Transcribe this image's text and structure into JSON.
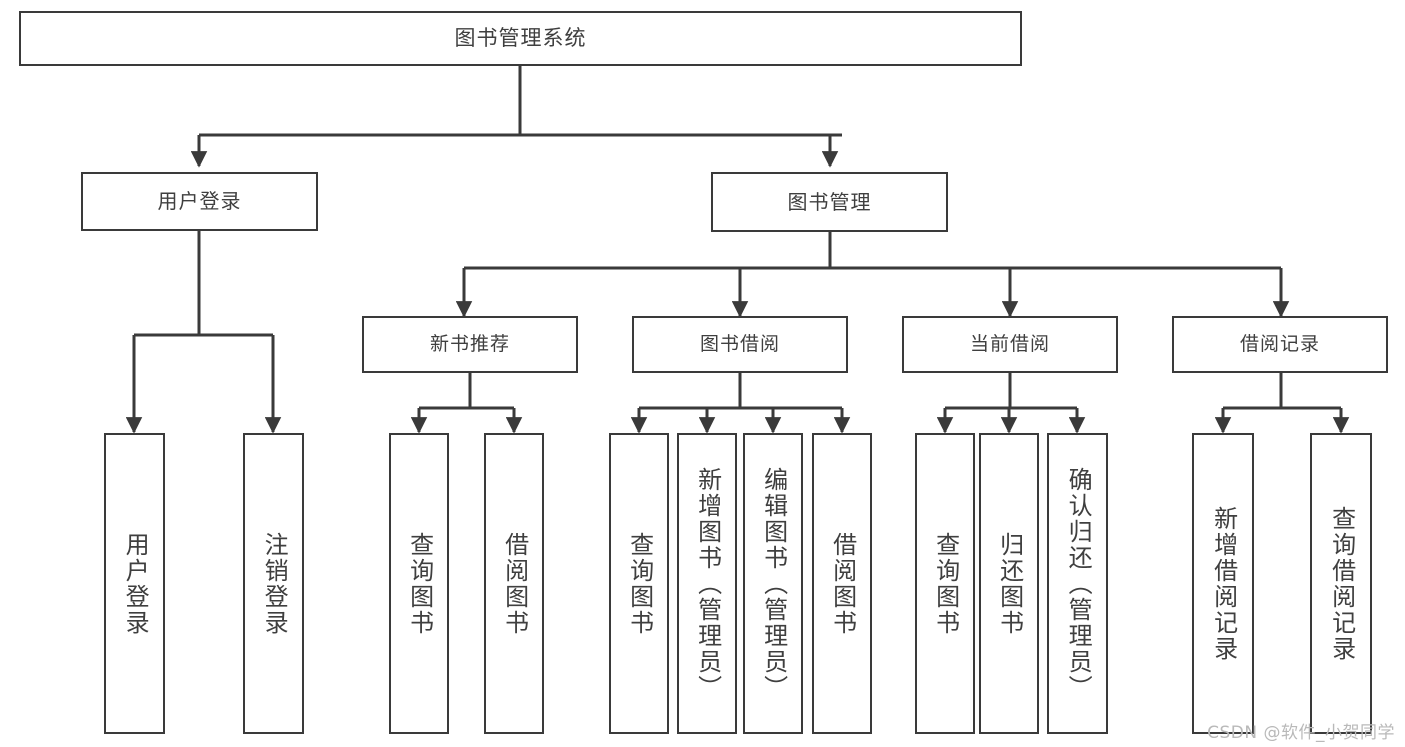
{
  "diagram": {
    "title": "图书管理系统",
    "type": "hierarchy-tree",
    "watermark": "CSDN @软件_小贺同学",
    "colors": {
      "stroke": "#3a3a3a",
      "text": "#3f3f3f",
      "background": "#ffffff",
      "watermark": "#b9b9b9"
    },
    "root": {
      "label": "图书管理系统"
    },
    "level2": [
      {
        "label": "用户登录"
      },
      {
        "label": "图书管理"
      }
    ],
    "level3": [
      {
        "label": "新书推荐"
      },
      {
        "label": "图书借阅"
      },
      {
        "label": "当前借阅"
      },
      {
        "label": "借阅记录"
      }
    ],
    "leaves": {
      "user_login": [
        {
          "label": "用户登录"
        },
        {
          "label": "注销登录"
        }
      ],
      "new_book_recommend": [
        {
          "label": "查询图书"
        },
        {
          "label": "借阅图书"
        }
      ],
      "book_borrow": [
        {
          "label": "查询图书"
        },
        {
          "label": "新增图书（管理员）"
        },
        {
          "label": "编辑图书（管理员）"
        },
        {
          "label": "借阅图书"
        }
      ],
      "current_borrow": [
        {
          "label": "查询图书"
        },
        {
          "label": "归还图书"
        },
        {
          "label": "确认归还（管理员）"
        }
      ],
      "borrow_record": [
        {
          "label": "新增借阅记录"
        },
        {
          "label": "查询借阅记录"
        }
      ]
    }
  }
}
